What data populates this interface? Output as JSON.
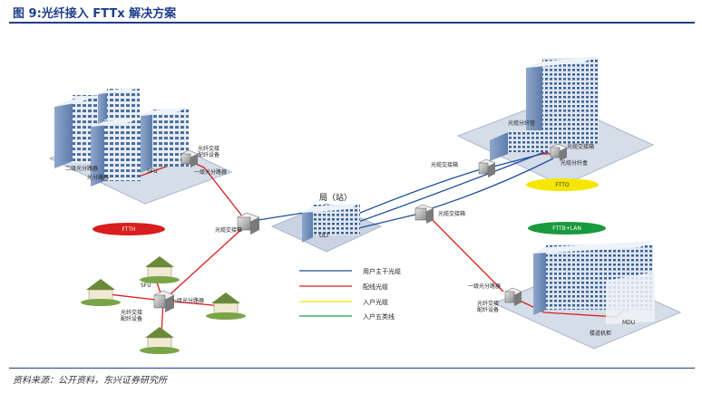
{
  "figure": {
    "title": "图 9:光纤接入 FTTx 解决方案",
    "source": "资料来源：公开资料，东兴证券研究所"
  },
  "labels": {
    "office": "局（站）",
    "olt": "OLT",
    "cross_box_center": "光缆交接箱",
    "cross_box_right_top": "光缆交接箱",
    "cross_box_right_mid": "光缆交接箱",
    "splitter_top_left": "一级光分路器",
    "fiber_box_top_left": "光纤交接\n配纤设备",
    "sfu_top": "SFU",
    "secondary_splitter": "二级光分路器",
    "splitter_small": "光分路器",
    "splitter_bottom_left": "一级光分路器",
    "sfu_bottom": "SFU",
    "fiber_box_bottom_left": "光纤交接\n配纤设备",
    "fiber_pipe": "光缆分纤管",
    "cross_box_fttO": "光缆交接箱",
    "fiber_split_box": "光缆分纤盒",
    "splitter_right_bottom": "一级光分路器",
    "fiber_box_right_bottom": "光纤交接\n配纤设备",
    "mdu": "MDU",
    "building_room": "楼道机柜"
  },
  "pills": {
    "ftth": {
      "text": "FTTH",
      "color": "#d81e1e",
      "text_color": "#ffffff"
    },
    "ftto": {
      "text": "FTTO",
      "color": "#f5e600",
      "text_color": "#333333"
    },
    "fttb": {
      "text": "FTTB+LAN",
      "color": "#1a9a3c",
      "text_color": "#ffffff"
    }
  },
  "legend": [
    {
      "label": "用户主干光缆",
      "color": "#1f4fa0"
    },
    {
      "label": "配线光缆",
      "color": "#d81e1e"
    },
    {
      "label": "入户光缆",
      "color": "#f0e000"
    },
    {
      "label": "入户五类线",
      "color": "#1a9a3c"
    }
  ],
  "colors": {
    "trunk": "#1f4fa0",
    "distribution": "#d81e1e",
    "drop_fiber": "#f0e000",
    "drop_cat5": "#1a9a3c"
  }
}
